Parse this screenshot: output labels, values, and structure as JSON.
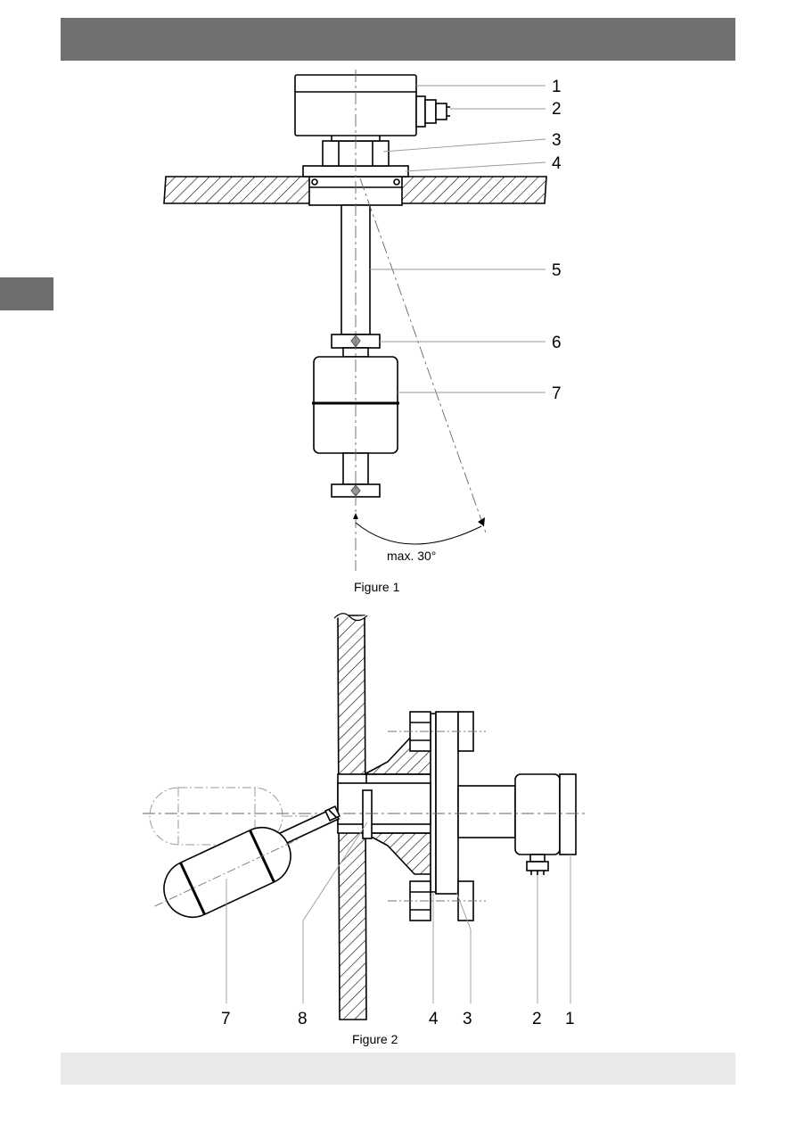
{
  "figure1": {
    "caption": "Figure 1",
    "angle_label": "max. 30°",
    "callouts": [
      "1",
      "2",
      "3",
      "4",
      "5",
      "6",
      "7"
    ]
  },
  "figure2": {
    "caption": "Figure 2",
    "callouts": [
      "7",
      "8",
      "4",
      "3",
      "2",
      "1"
    ]
  },
  "colors": {
    "header": "#707070",
    "side_tab": "#6e6e6e",
    "footer": "#e9e9e9",
    "line": "#000000",
    "leader": "#999999"
  }
}
